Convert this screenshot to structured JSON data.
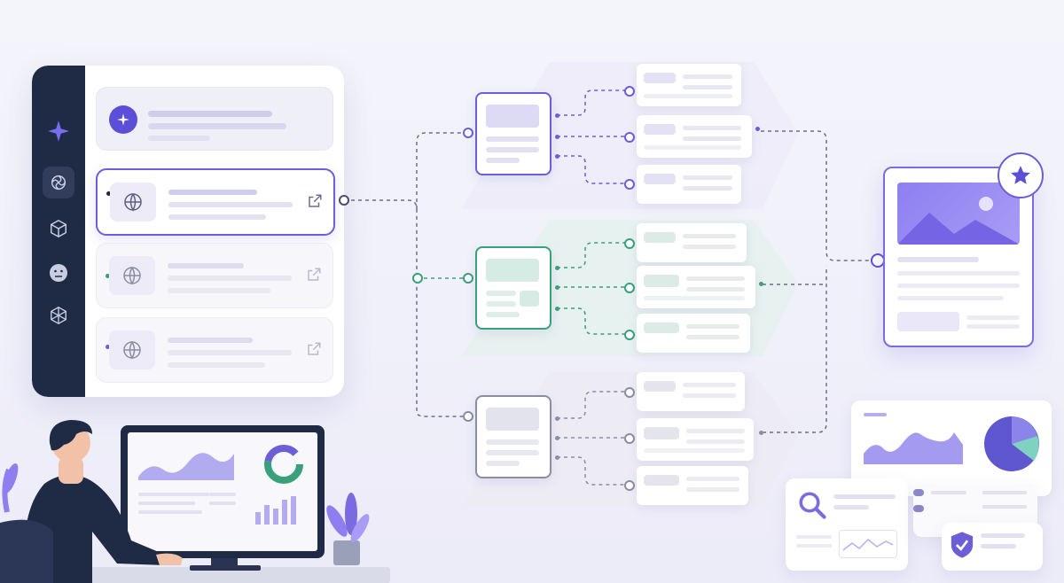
{
  "illustration": {
    "sidebar_icons": [
      "sparkle-icon",
      "openai-icon",
      "cube-icon",
      "face-icon",
      "network-icon"
    ],
    "list_items": [
      {
        "icon": "sparkle-icon",
        "state": "header"
      },
      {
        "icon": "globe-icon",
        "state": "selected",
        "accent": "#6b5ed6"
      },
      {
        "icon": "globe-icon",
        "state": "default",
        "accent": "#3aa07a"
      },
      {
        "icon": "globe-icon",
        "state": "default",
        "accent": "#6b5ed6"
      }
    ],
    "branches": [
      {
        "name": "top",
        "color": "#6b5ed6"
      },
      {
        "name": "middle",
        "color": "#3aa07a"
      },
      {
        "name": "bottom",
        "color": "#8a8ea3"
      }
    ],
    "output_badge_icon": "star-icon",
    "colors": {
      "accent": "#6b5ed6",
      "green": "#3aa07a",
      "gray": "#8a8ea3",
      "navy": "#1f2a44"
    }
  }
}
